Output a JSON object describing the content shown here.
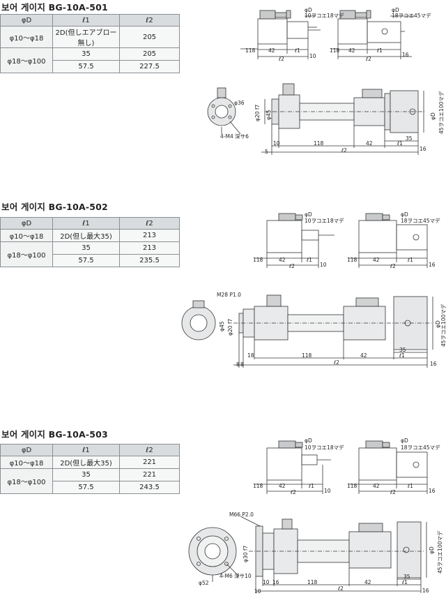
{
  "sections": [
    {
      "title": "보어 게이지 BG-10A-501",
      "headers": [
        "φD",
        "ℓ1",
        "ℓ2"
      ],
      "rows": [
        {
          "d": "φ10〜φ18",
          "l1": "2D(但しエアブロー無し)",
          "l2": "205"
        },
        {
          "d": "φ18〜φ100",
          "l1": "35",
          "l2": "205"
        },
        {
          "d": "",
          "l1": "57.5",
          "l2": "227.5"
        }
      ],
      "dims": {
        "phiD": "φD",
        "phiD2": "φD",
        "screw_small": "10ヲコエ18マデ",
        "screw_large": "18ヲコエ45マデ",
        "d118": "118",
        "d42": "42",
        "l1": "ℓ1",
        "l2": "ℓ2",
        "d10": "10",
        "d16": "16",
        "phi36": "φ36",
        "m4": "4-M4 深サ6",
        "phi20": "φ20 f7",
        "phi45": "φ45",
        "b10": "10",
        "b118": "118",
        "b42": "42",
        "b35": "35",
        "b5": "5",
        "range": "45ヲコエ100マデ"
      }
    },
    {
      "title": "보어 게이지 BG-10A-502",
      "headers": [
        "φD",
        "ℓ1",
        "ℓ2"
      ],
      "rows": [
        {
          "d": "φ10〜φ18",
          "l1": "2D(但し最大35)",
          "l2": "213"
        },
        {
          "d": "φ18〜φ100",
          "l1": "35",
          "l2": "213"
        },
        {
          "d": "",
          "l1": "57.5",
          "l2": "235.5"
        }
      ],
      "dims": {
        "phiD": "φD",
        "phiD2": "φD",
        "screw_small": "10ヲコエ18マデ",
        "screw_large": "18ヲコエ45マデ",
        "d118": "118",
        "d42": "42",
        "l1": "ℓ1",
        "l2": "ℓ2",
        "d10": "10",
        "d16": "16",
        "m28": "M28 P1.0",
        "phi20": "φ20 f7",
        "phi45": "φ45",
        "b8a": "8",
        "b8b": "8",
        "b18": "18",
        "b118": "118",
        "b42": "42",
        "b35": "35",
        "range": "45ヲコエ100マデ"
      }
    },
    {
      "title": "보어 게이지 BG-10A-503",
      "headers": [
        "φD",
        "ℓ1",
        "ℓ2"
      ],
      "rows": [
        {
          "d": "φ10〜φ18",
          "l1": "2D(但し最大35)",
          "l2": "221"
        },
        {
          "d": "φ18〜φ100",
          "l1": "35",
          "l2": "221"
        },
        {
          "d": "",
          "l1": "57.5",
          "l2": "243.5"
        }
      ],
      "dims": {
        "phiD": "φD",
        "phiD2": "φD",
        "screw_small": "10ヲコエ18マデ",
        "screw_large": "18ヲコエ45マデ",
        "d118": "118",
        "d42": "42",
        "l1": "ℓ1",
        "l2": "ℓ2",
        "d10": "10",
        "d16": "16",
        "m66": "M66 P2.0",
        "phi30": "φ30 f7",
        "phi52": "φ52",
        "m6": "4-M6 深サ10",
        "b10": "10",
        "b16": "16",
        "b118": "118",
        "b42": "42",
        "b35": "35",
        "range": "45ヲコエ100マデ"
      }
    }
  ]
}
